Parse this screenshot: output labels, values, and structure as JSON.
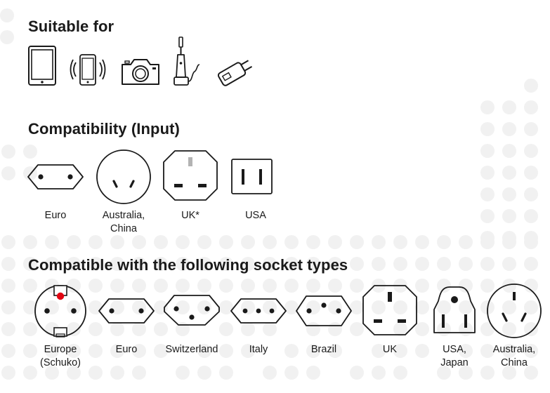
{
  "sections": {
    "suitable": {
      "title": "Suitable for",
      "devices": [
        {
          "icon": "tablet-icon"
        },
        {
          "icon": "smartphone-icon"
        },
        {
          "icon": "camera-icon"
        },
        {
          "icon": "electric-toothbrush-icon"
        },
        {
          "icon": "usb-charger-icon"
        }
      ]
    },
    "input": {
      "title": "Compatibility (Input)",
      "plugs": [
        {
          "label": "Euro",
          "icon": "euro-plug-icon"
        },
        {
          "label": "Australia,\nChina",
          "icon": "australia-china-plug-icon"
        },
        {
          "label": "UK*",
          "icon": "uk-plug-icon"
        },
        {
          "label": "USA",
          "icon": "usa-plug-icon"
        }
      ]
    },
    "sockets": {
      "title": "Compatible with the following socket types",
      "items": [
        {
          "label": "Europe\n(Schuko)",
          "icon": "schuko-socket-icon"
        },
        {
          "label": "Euro",
          "icon": "euro-socket-icon"
        },
        {
          "label": "Switzerland",
          "icon": "switzerland-socket-icon"
        },
        {
          "label": "Italy",
          "icon": "italy-socket-icon"
        },
        {
          "label": "Brazil",
          "icon": "brazil-socket-icon"
        },
        {
          "label": "UK",
          "icon": "uk-socket-icon"
        },
        {
          "label": "USA,\nJapan",
          "icon": "usa-japan-socket-icon"
        },
        {
          "label": "Australia,\nChina",
          "icon": "australia-china-socket-icon"
        }
      ]
    }
  },
  "colors": {
    "text": "#1a1a1a",
    "icon_stroke": "#1a1a1a",
    "accent_red": "#e30613",
    "background_dots": "#f1f1f1",
    "uk_earth_pin": "#b3b3b3"
  }
}
